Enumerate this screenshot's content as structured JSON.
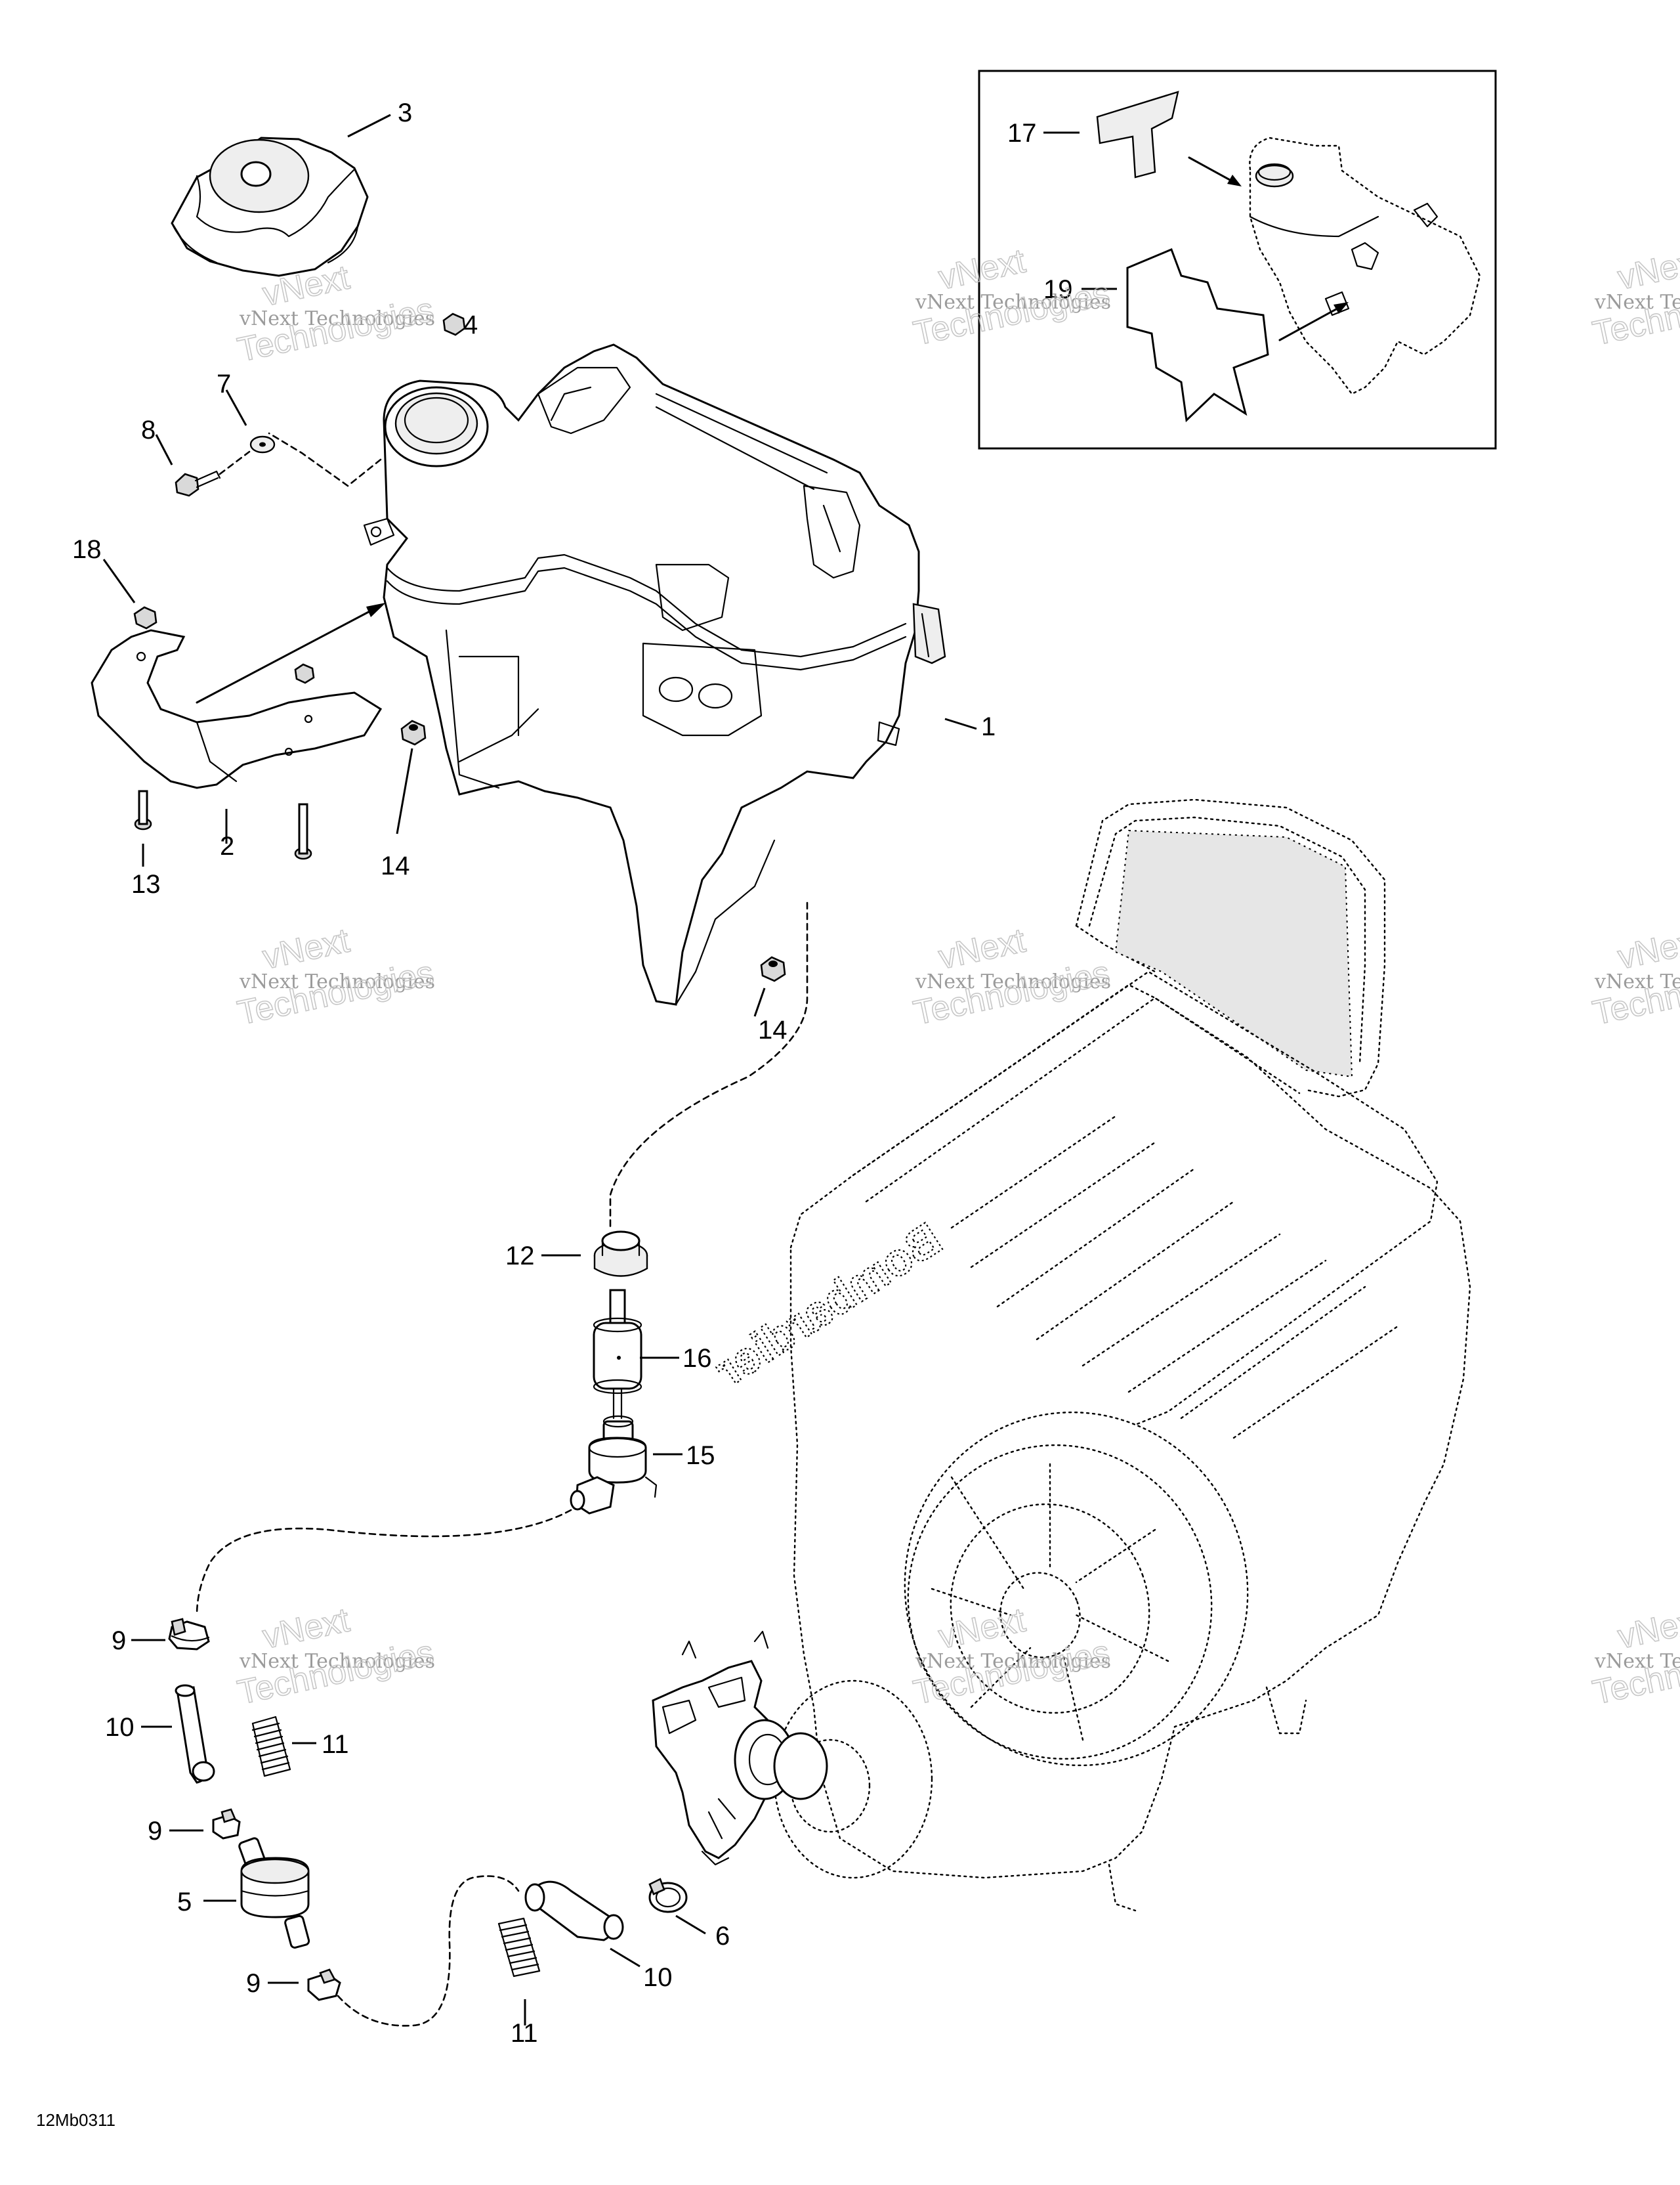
{
  "callouts": {
    "c1": "1",
    "c2": "2",
    "c3": "3",
    "c4": "4",
    "c5": "5",
    "c6": "6",
    "c7": "7",
    "c8": "8",
    "c9a": "9",
    "c9b": "9",
    "c9c": "9",
    "c10a": "10",
    "c10b": "10",
    "c11a": "11",
    "c11b": "11",
    "c12": "12",
    "c13": "13",
    "c14a": "14",
    "c14b": "14",
    "c15": "15",
    "c16": "16",
    "c17": "17",
    "c18": "18",
    "c19": "19"
  },
  "engine_brand": "Bombardier",
  "drawing_code": "12Mb0311",
  "watermark": {
    "line1": "vNext Technologies",
    "line2": "vNext",
    "line3": "Technologies"
  }
}
